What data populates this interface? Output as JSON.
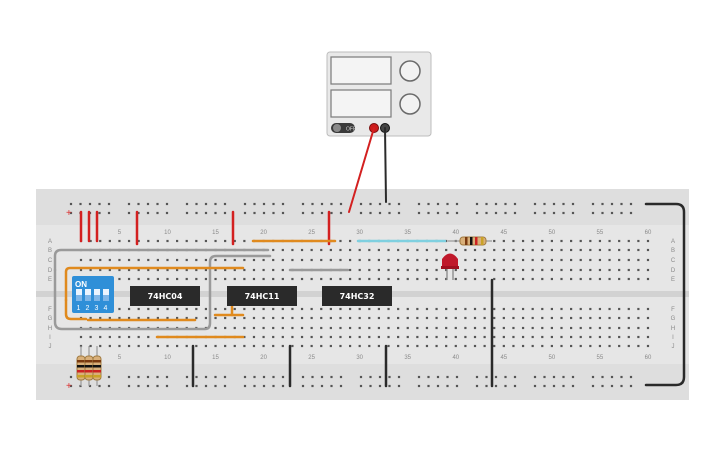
{
  "power_supply": {
    "off_label": "OFF"
  },
  "breadboard": {
    "column_numbers": [
      "5",
      "10",
      "15",
      "20",
      "25",
      "30",
      "35",
      "40",
      "45",
      "50",
      "55",
      "60"
    ],
    "row_letters_top": [
      "A",
      "B",
      "C",
      "D",
      "E"
    ],
    "row_letters_bottom": [
      "F",
      "G",
      "H",
      "I",
      "J"
    ],
    "rail_plus_label": "+",
    "rail_minus_label": "-"
  },
  "dip_switch": {
    "on_label": "ON",
    "switch_numbers": [
      "1",
      "2",
      "3",
      "4"
    ]
  },
  "chips": [
    {
      "label": "74HC04"
    },
    {
      "label": "74HC11"
    },
    {
      "label": "74HC32"
    }
  ],
  "colors": {
    "red_wire": "#d32020",
    "black_wire": "#2a2a2a",
    "orange_wire": "#e08a1e",
    "grey_wire": "#9a9a9a",
    "cyan_wire": "#7fd0e0",
    "led": "#c0182a",
    "dip_body": "#2f8fd8",
    "chip_body": "#2a2a2a",
    "board": "#e6e6e6"
  },
  "icons": {
    "power_supply": "bench-power-supply-icon",
    "led": "red-led-icon",
    "resistor": "resistor-icon"
  }
}
